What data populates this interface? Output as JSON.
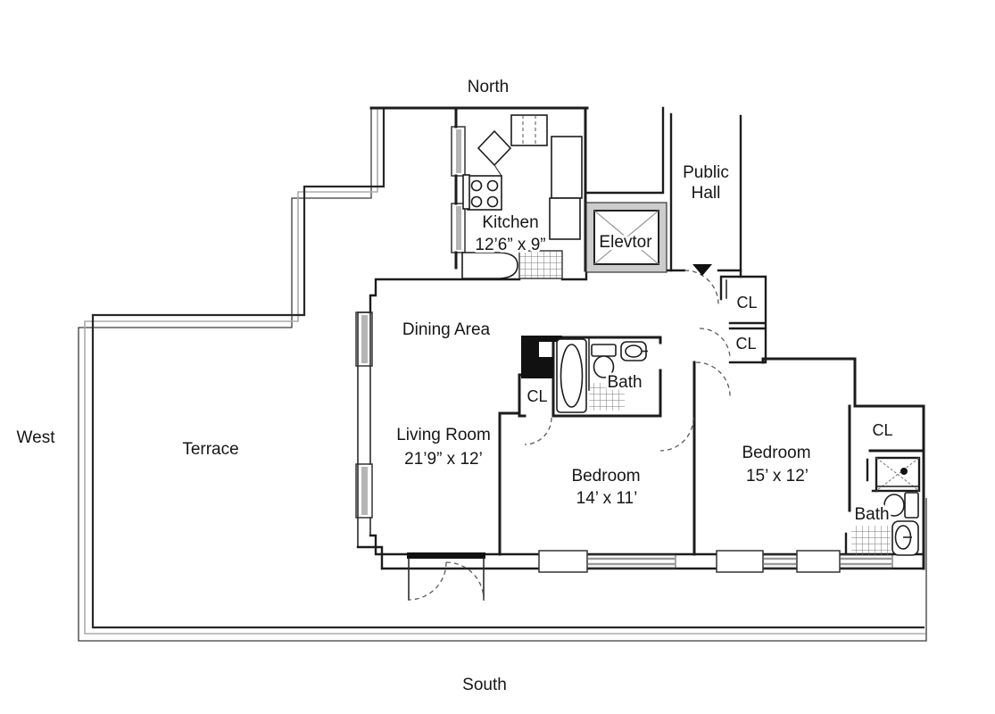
{
  "plan_title": "Apartment floor plan with wrap terrace",
  "colors": {
    "wall": "#1c1c1c",
    "background": "#ffffff",
    "window_gray": "#9a9a9a",
    "elevator_gray": "#cccccc",
    "entry_marker": "#111111"
  },
  "compass": {
    "north": "North",
    "west": "West",
    "south": "South"
  },
  "rooms": {
    "terrace": {
      "name": "Terrace"
    },
    "dining": {
      "name": "Dining Area"
    },
    "living": {
      "name": "Living Room",
      "dims": "21’9” x 12’"
    },
    "kitchen": {
      "name": "Kitchen",
      "dims": "12’6” x 9”"
    },
    "bedroom1": {
      "name": "Bedroom",
      "dims": "14’ x 11’"
    },
    "bedroom2": {
      "name": "Bedroom",
      "dims": "15’ x 12’"
    },
    "bath1": {
      "name": "Bath"
    },
    "bath2": {
      "name": "Bath"
    },
    "public_hall": {
      "line1": "Public",
      "line2": "Hall"
    },
    "elevator": {
      "name": "Elevtor"
    }
  },
  "closets": {
    "entry_closet": "CL",
    "hall_closet": "CL",
    "bedroom1_closet": "CL",
    "bedroom2_closet": "CL"
  }
}
